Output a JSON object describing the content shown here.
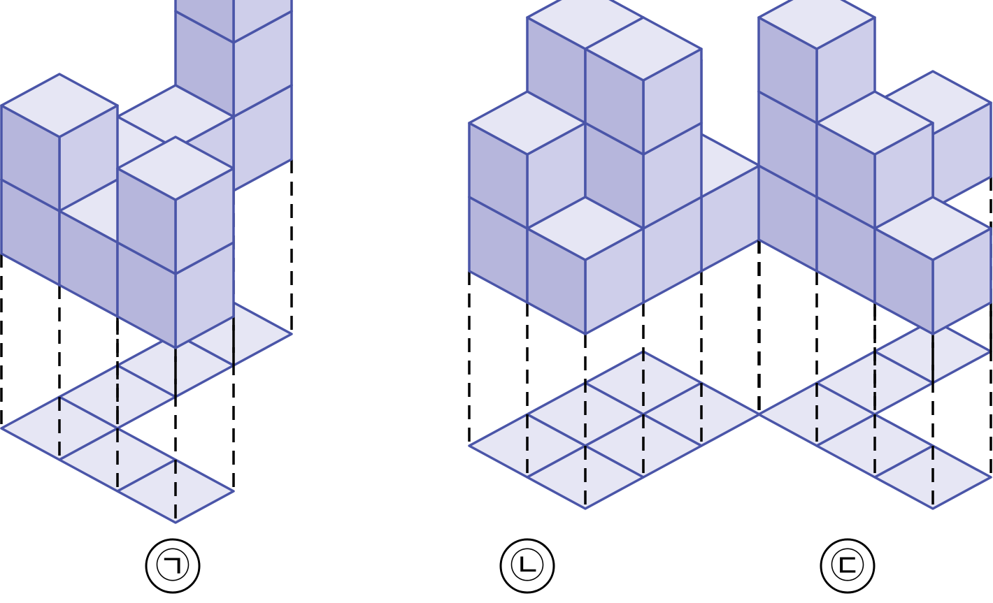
{
  "figures": [
    {
      "label": "㉠",
      "cubes": [
        [
          0,
          0,
          0
        ],
        [
          0,
          0,
          1
        ],
        [
          1,
          0,
          0
        ],
        [
          2,
          0,
          0
        ],
        [
          2,
          0,
          1
        ],
        [
          2,
          1,
          0
        ],
        [
          2,
          2,
          0
        ],
        [
          2,
          3,
          0
        ],
        [
          2,
          3,
          1
        ],
        [
          2,
          3,
          2
        ]
      ]
    },
    {
      "label": "㉡",
      "cubes": [
        [
          0,
          0,
          0
        ],
        [
          0,
          1,
          0
        ],
        [
          0,
          2,
          0
        ],
        [
          1,
          0,
          0
        ],
        [
          1,
          0,
          1
        ],
        [
          1,
          1,
          0
        ],
        [
          1,
          1,
          1
        ],
        [
          1,
          2,
          0
        ],
        [
          1,
          2,
          1
        ],
        [
          0,
          1,
          1
        ],
        [
          0,
          1,
          2
        ],
        [
          1,
          1,
          2
        ]
      ]
    },
    {
      "label": "㉢",
      "cubes": [
        [
          0,
          0,
          0
        ],
        [
          1,
          0,
          0
        ],
        [
          1,
          0,
          1
        ],
        [
          2,
          0,
          0
        ],
        [
          2,
          0,
          1
        ],
        [
          2,
          0,
          2
        ],
        [
          2,
          1,
          0
        ],
        [
          2,
          2,
          0
        ]
      ]
    }
  ],
  "colors": {
    "stroke": "#4a55a8",
    "top": "#e6e6f4",
    "left": "#ceceea",
    "right": "#b6b6dc",
    "floor": "#e6e6f4",
    "dash": "#000000",
    "label_circle": "#000000"
  }
}
